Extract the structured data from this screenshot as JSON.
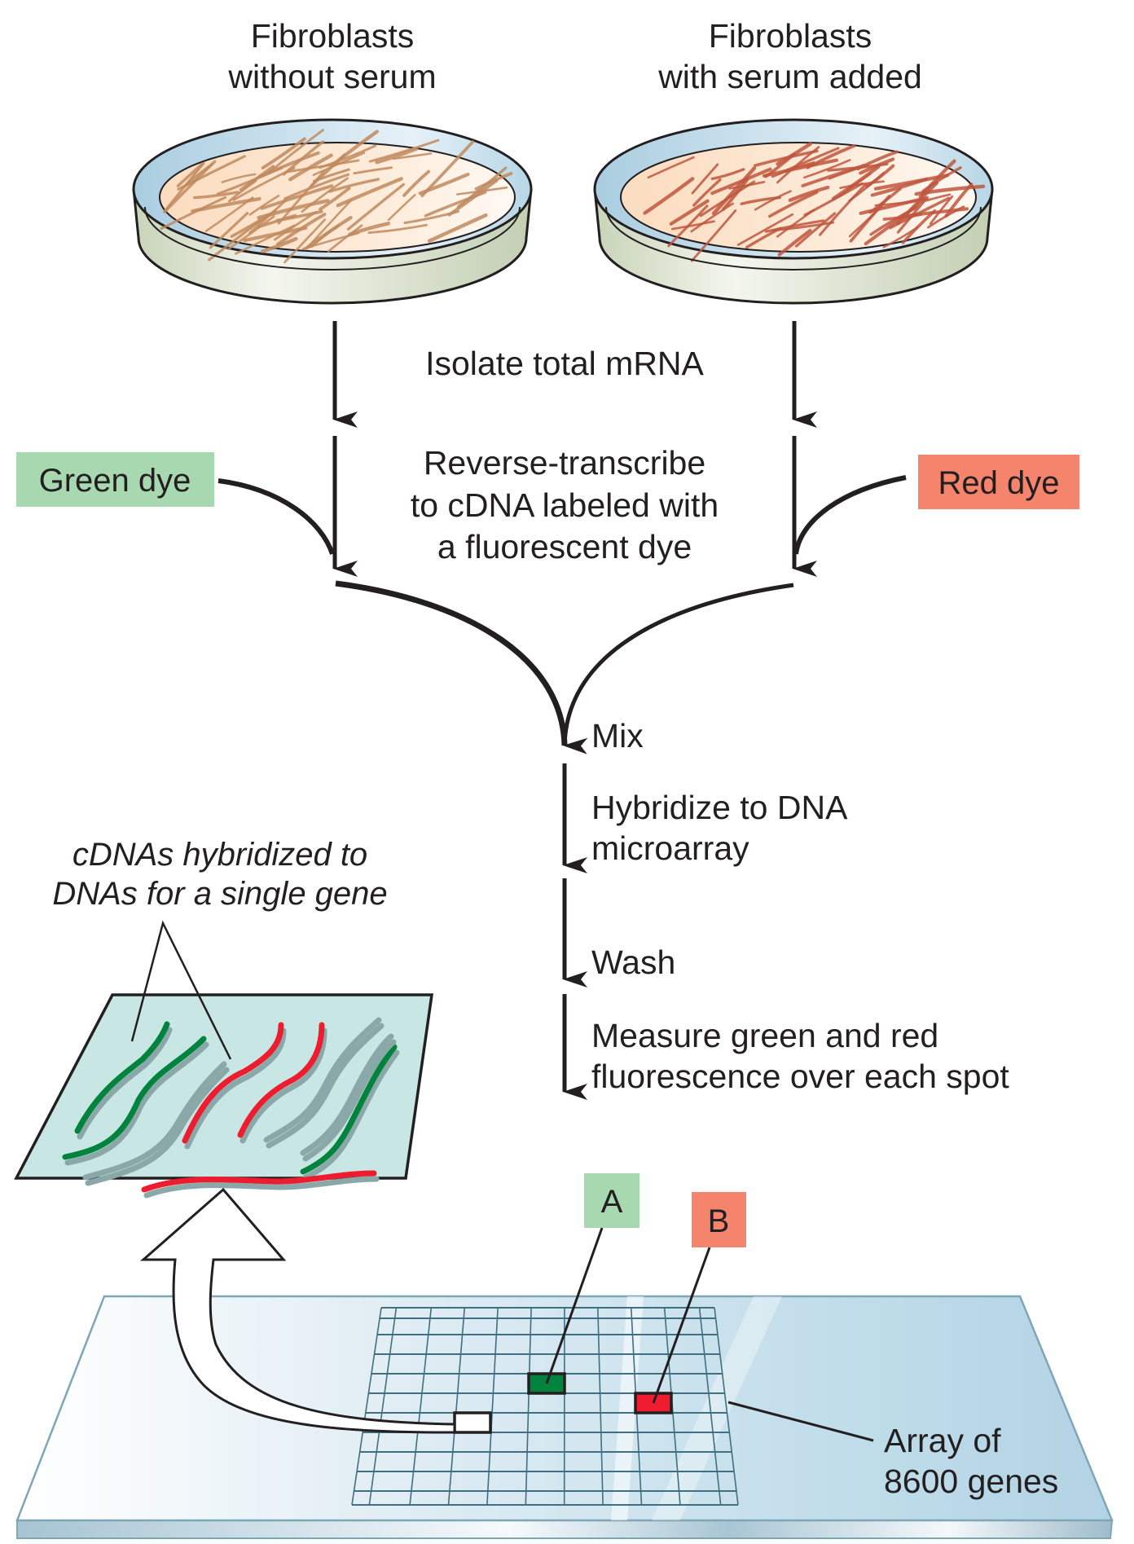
{
  "figure": {
    "title": "Two-color DNA microarray analysis of serum-induced gene expression in fibroblasts"
  },
  "dishes": [
    {
      "id": "without-serum",
      "label_lines": [
        "Fibroblasts",
        "without serum"
      ],
      "cell_color": "#c08a5e"
    },
    {
      "id": "with-serum",
      "label_lines": [
        "Fibroblasts",
        "with serum added"
      ],
      "cell_color": "#c0563e"
    }
  ],
  "steps": {
    "isolate": "Isolate total mRNA",
    "reverse_transcribe": [
      "Reverse-transcribe",
      "to cDNA labeled with",
      "a fluorescent dye"
    ],
    "mix": "Mix",
    "hybridize": [
      "Hybridize to DNA",
      "microarray"
    ],
    "wash": "Wash",
    "measure": [
      "Measure green and red",
      "fluorescence over each spot"
    ]
  },
  "dyes": {
    "green": {
      "label": "Green dye",
      "color": "#a8d8b0"
    },
    "red": {
      "label": "Red dye",
      "color": "#f4846c"
    }
  },
  "inset": {
    "caption_lines": [
      "cDNAs hybridized to",
      "DNAs for a single gene"
    ],
    "background": "#c8e6e3",
    "strand_colors": {
      "green": "#00843d",
      "red": "#ed1c2e",
      "gray": "#8aa8a8"
    }
  },
  "array": {
    "label_lines": [
      "Array of",
      "8600 genes"
    ],
    "spots": [
      {
        "label": "A",
        "label_color": "#a8d8b0",
        "spot_color": "#00843d"
      },
      {
        "label": "B",
        "label_color": "#f4846c",
        "spot_color": "#ed1c2e"
      },
      {
        "label": "",
        "label_color": "",
        "spot_color": "#ffffff"
      }
    ],
    "grid_color": "#3f6f80",
    "slide_color": "#b8d8e6"
  }
}
